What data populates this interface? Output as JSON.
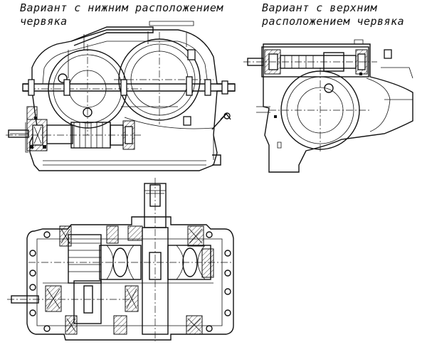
{
  "captions": {
    "left_line1": "Вариант с нижним расположением",
    "left_line2": "червяка",
    "right_line1": "Вариант с верхним",
    "right_line2": "расположением червяка"
  },
  "drawing": {
    "views": [
      "front-section-lower-worm",
      "side-section-upper-worm",
      "plan-section"
    ]
  }
}
